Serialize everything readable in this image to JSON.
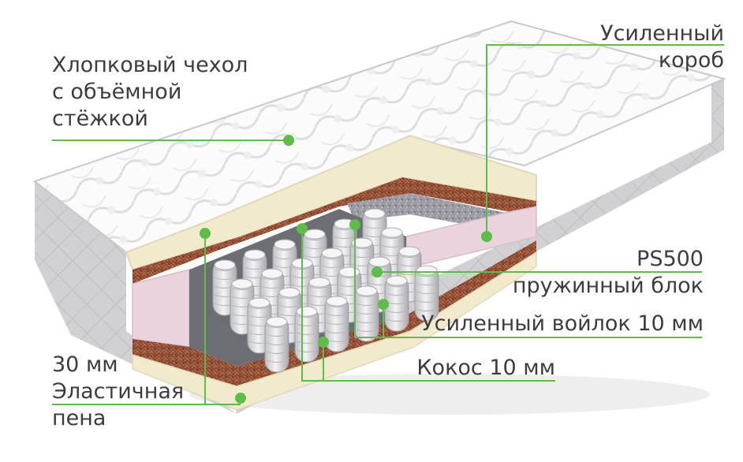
{
  "labels": {
    "cover": {
      "line1": "Хлопковый чехол",
      "line2": "с объёмной",
      "line3": "стёжкой"
    },
    "box": {
      "line1": "Усиленный",
      "line2": "короб"
    },
    "springs": {
      "line1": "PS500",
      "line2": "пружинный блок"
    },
    "felt": {
      "line1": "Усиленный войлок 10 мм"
    },
    "coconut": {
      "line1": "Кокос 10 мм"
    },
    "foam": {
      "line1": "30 мм",
      "line2": "Эластичная",
      "line3": "пена"
    }
  },
  "colors": {
    "accent": "#5cbe46",
    "text": "#3d3d3d",
    "cover_top": "#fbfbfb",
    "side_quilt": "#cfcfd2",
    "foam": "#f2eacd",
    "coconut": "#8b4a32",
    "box_pink": "#ead3dc",
    "springs": "#e8e8ea",
    "felt": "#9a9ba2"
  }
}
